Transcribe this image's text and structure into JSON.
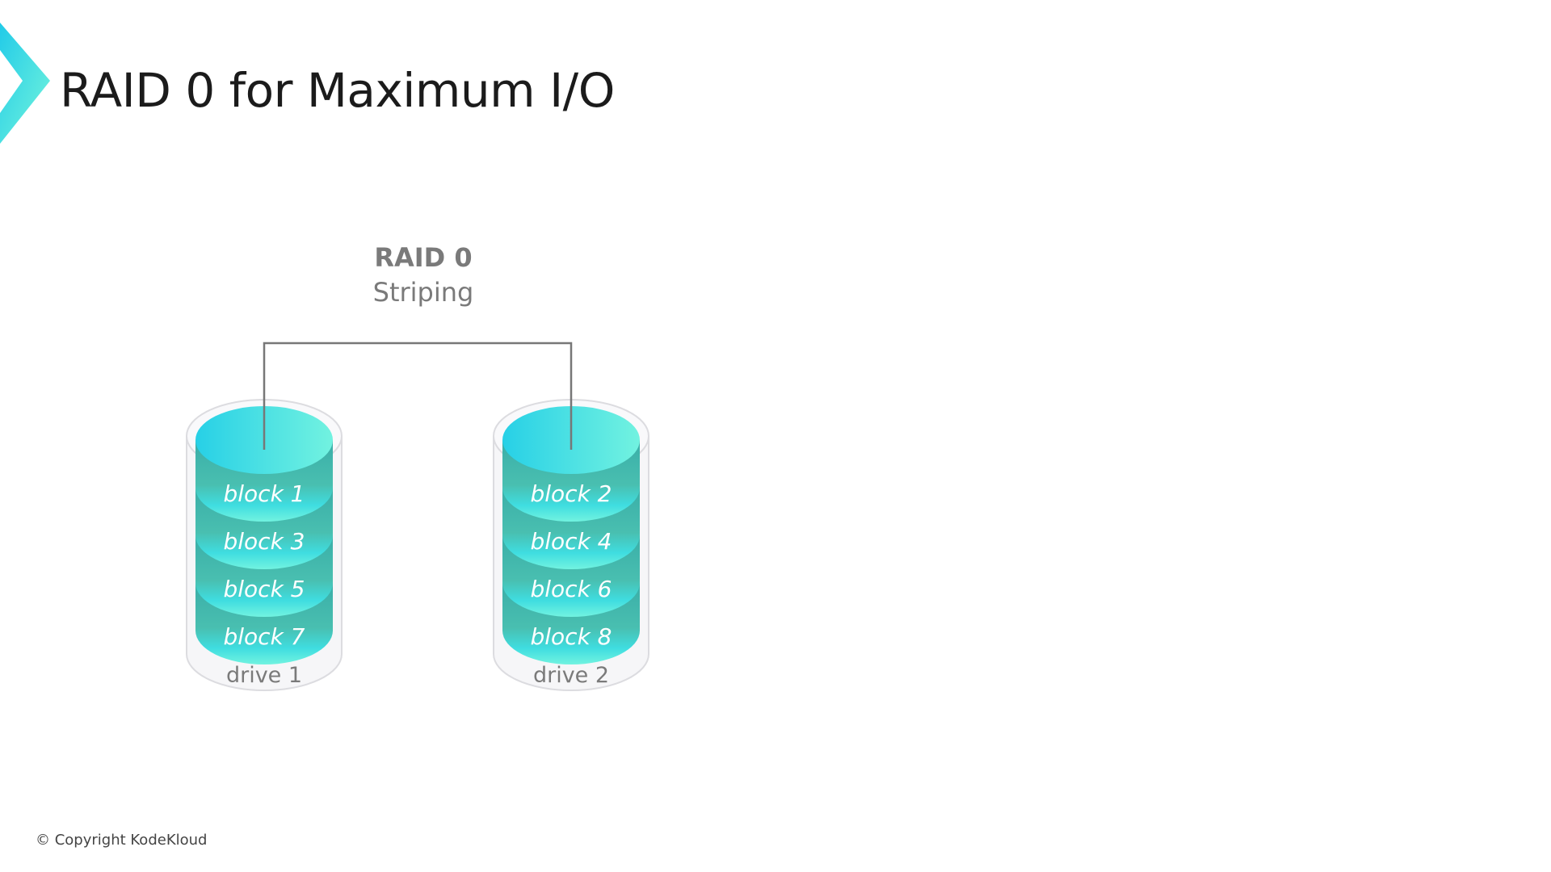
{
  "slide": {
    "title": "RAID 0 for Maximum I/O",
    "copyright": "© Copyright KodeKloud"
  },
  "diagram": {
    "raid_label": "RAID 0",
    "raid_subtitle": "Striping",
    "drives": [
      {
        "label": "drive 1",
        "blocks": [
          "block 1",
          "block 3",
          "block 5",
          "block 7"
        ]
      },
      {
        "label": "drive 2",
        "blocks": [
          "block 2",
          "block 4",
          "block 6",
          "block 8"
        ]
      }
    ]
  },
  "colors": {
    "accent_start": "#2bd4e6",
    "accent_end": "#6ff3df",
    "disk_side": "#3fb3a6",
    "text_gray": "#7a7a7a"
  }
}
